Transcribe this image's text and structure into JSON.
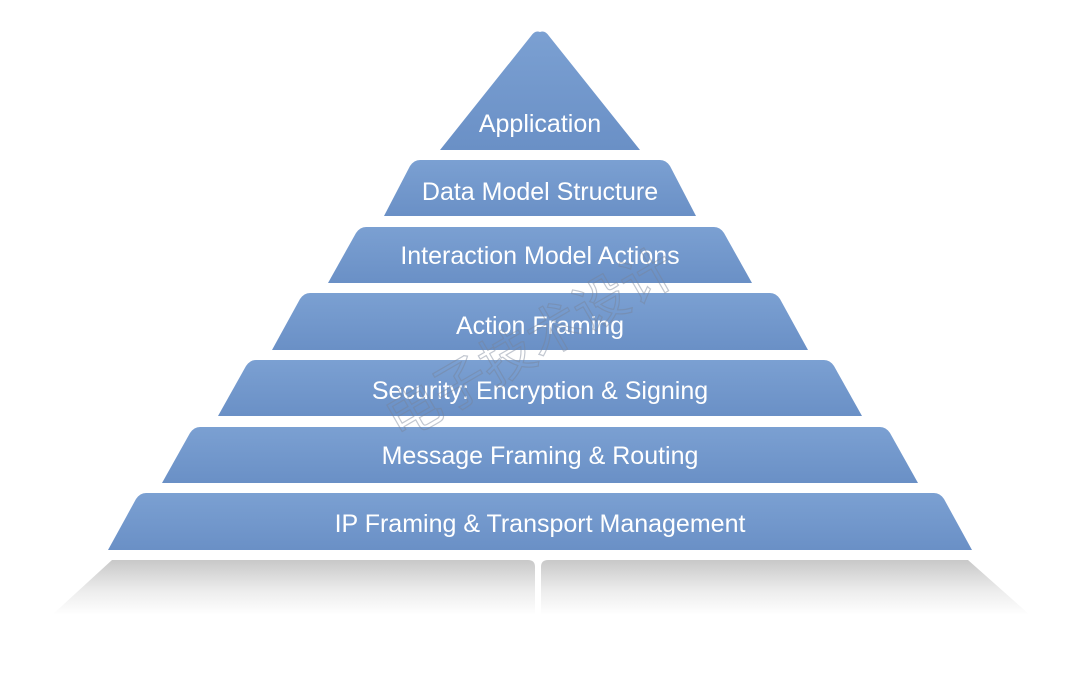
{
  "layers": [
    {
      "label": "Application"
    },
    {
      "label": "Data Model Structure"
    },
    {
      "label": "Interaction Model Actions"
    },
    {
      "label": "Action Framing"
    },
    {
      "label": "Security: Encryption & Signing"
    },
    {
      "label": "Message Framing & Routing"
    },
    {
      "label": "IP Framing & Transport Management"
    }
  ],
  "watermark": "电子技术设计",
  "colors": {
    "layer_fill": "#7096c9",
    "layer_fill_top": "#7a9fd1",
    "layer_text": "#ffffff",
    "base_shadow": "#d9d9d9"
  }
}
